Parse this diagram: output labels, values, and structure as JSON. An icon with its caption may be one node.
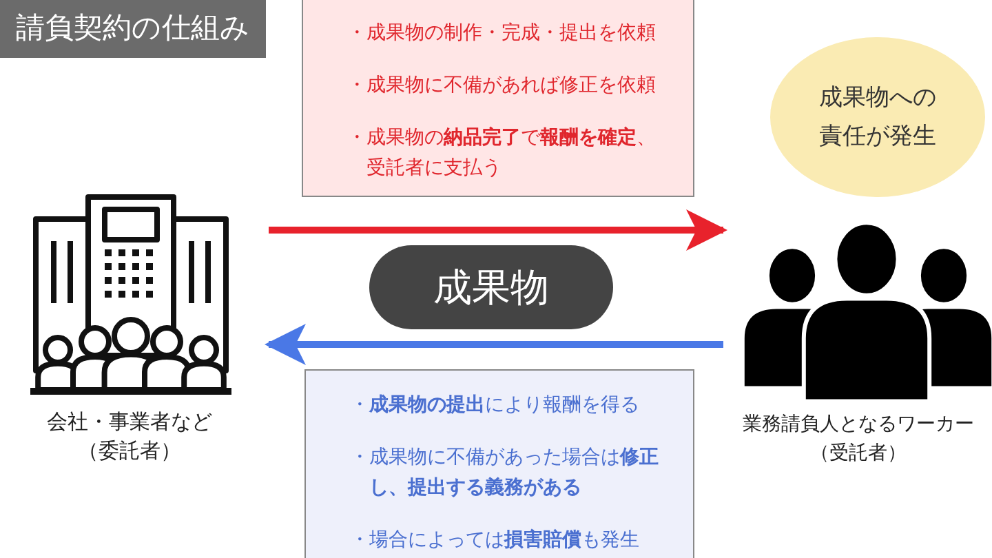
{
  "diagram": {
    "title": "請負契約の仕組み",
    "nodes": [
      {
        "text": [],
        "shape": "picture",
        "beside": [
          "会社・事業者など（委託者）"
        ]
      },
      {
        "text": [
          "・成果物の制作・完成・提出を依頼",
          "・成果物に不備があれば修正を依頼",
          "・成果物の**納品完了**で**報酬を確定**、受託者に支払う"
        ]
      },
      {
        "text": [
          "成果物への責任が発生"
        ]
      },
      {
        "text": [
          "成果物"
        ]
      },
      {
        "text": [],
        "shape": "picture",
        "beside": [
          "業務請負人となるワーカー（受託者）"
        ]
      },
      {
        "text": [
          "・**成果物の提出**により報酬を得る",
          "・成果物に不備があった場合は**修正し、提出する義務がある**",
          "・場合によっては**損害賠償**も発生"
        ]
      }
    ],
    "edges": [
      {
        "from": 0,
        "to": 4,
        "arrow": "to",
        "color": "#e8222c"
      },
      {
        "from": 4,
        "to": 0,
        "arrow": "to",
        "color": "#4a78e6"
      }
    ]
  }
}
